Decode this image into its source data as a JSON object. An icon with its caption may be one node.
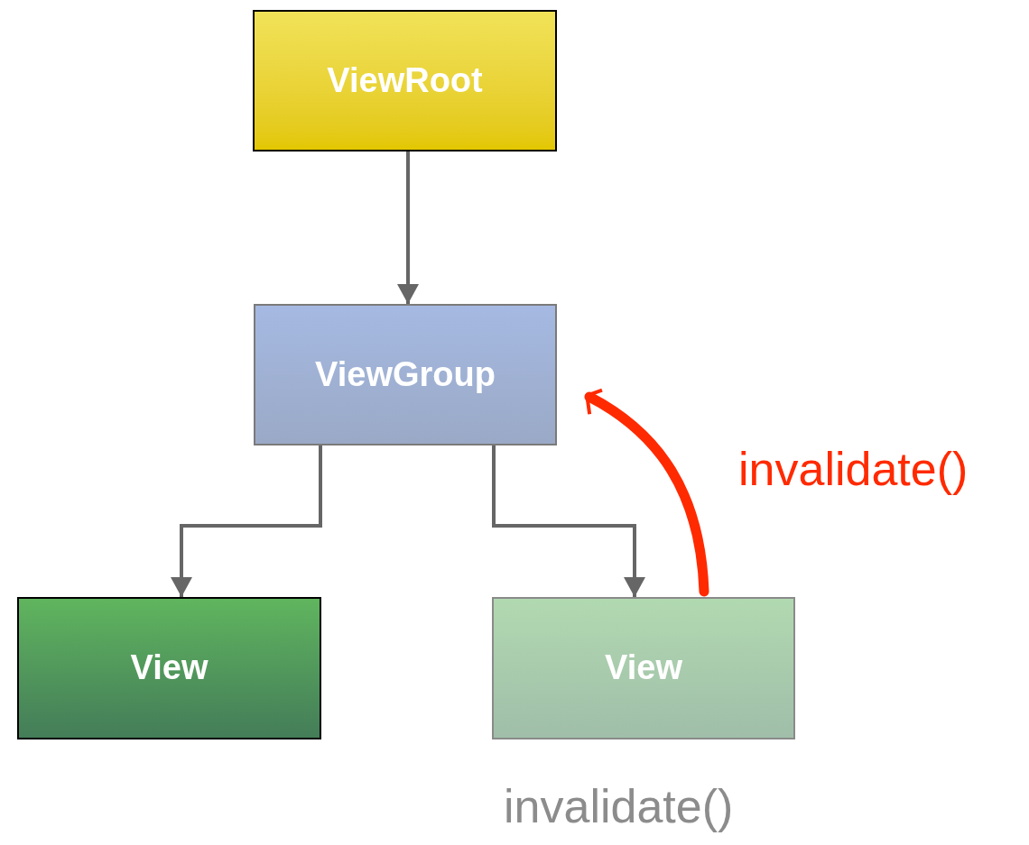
{
  "diagram": {
    "nodes": [
      {
        "text": [
          "ViewRoot"
        ]
      },
      {
        "text": [
          "ViewGroup"
        ]
      },
      {
        "text": [
          "View"
        ]
      },
      {
        "text": [
          "View"
        ],
        "beside": [
          "invalidate()"
        ]
      }
    ],
    "edges": [
      {
        "from": 0,
        "to": 1,
        "arrow": "to"
      },
      {
        "from": 1,
        "to": 2,
        "arrow": "to"
      },
      {
        "from": 1,
        "to": 3,
        "arrow": "to"
      },
      {
        "from": 3,
        "to": 1,
        "arrow": "to",
        "label": "invalidate()",
        "style": "thick",
        "color": "#ff2a00"
      }
    ]
  }
}
